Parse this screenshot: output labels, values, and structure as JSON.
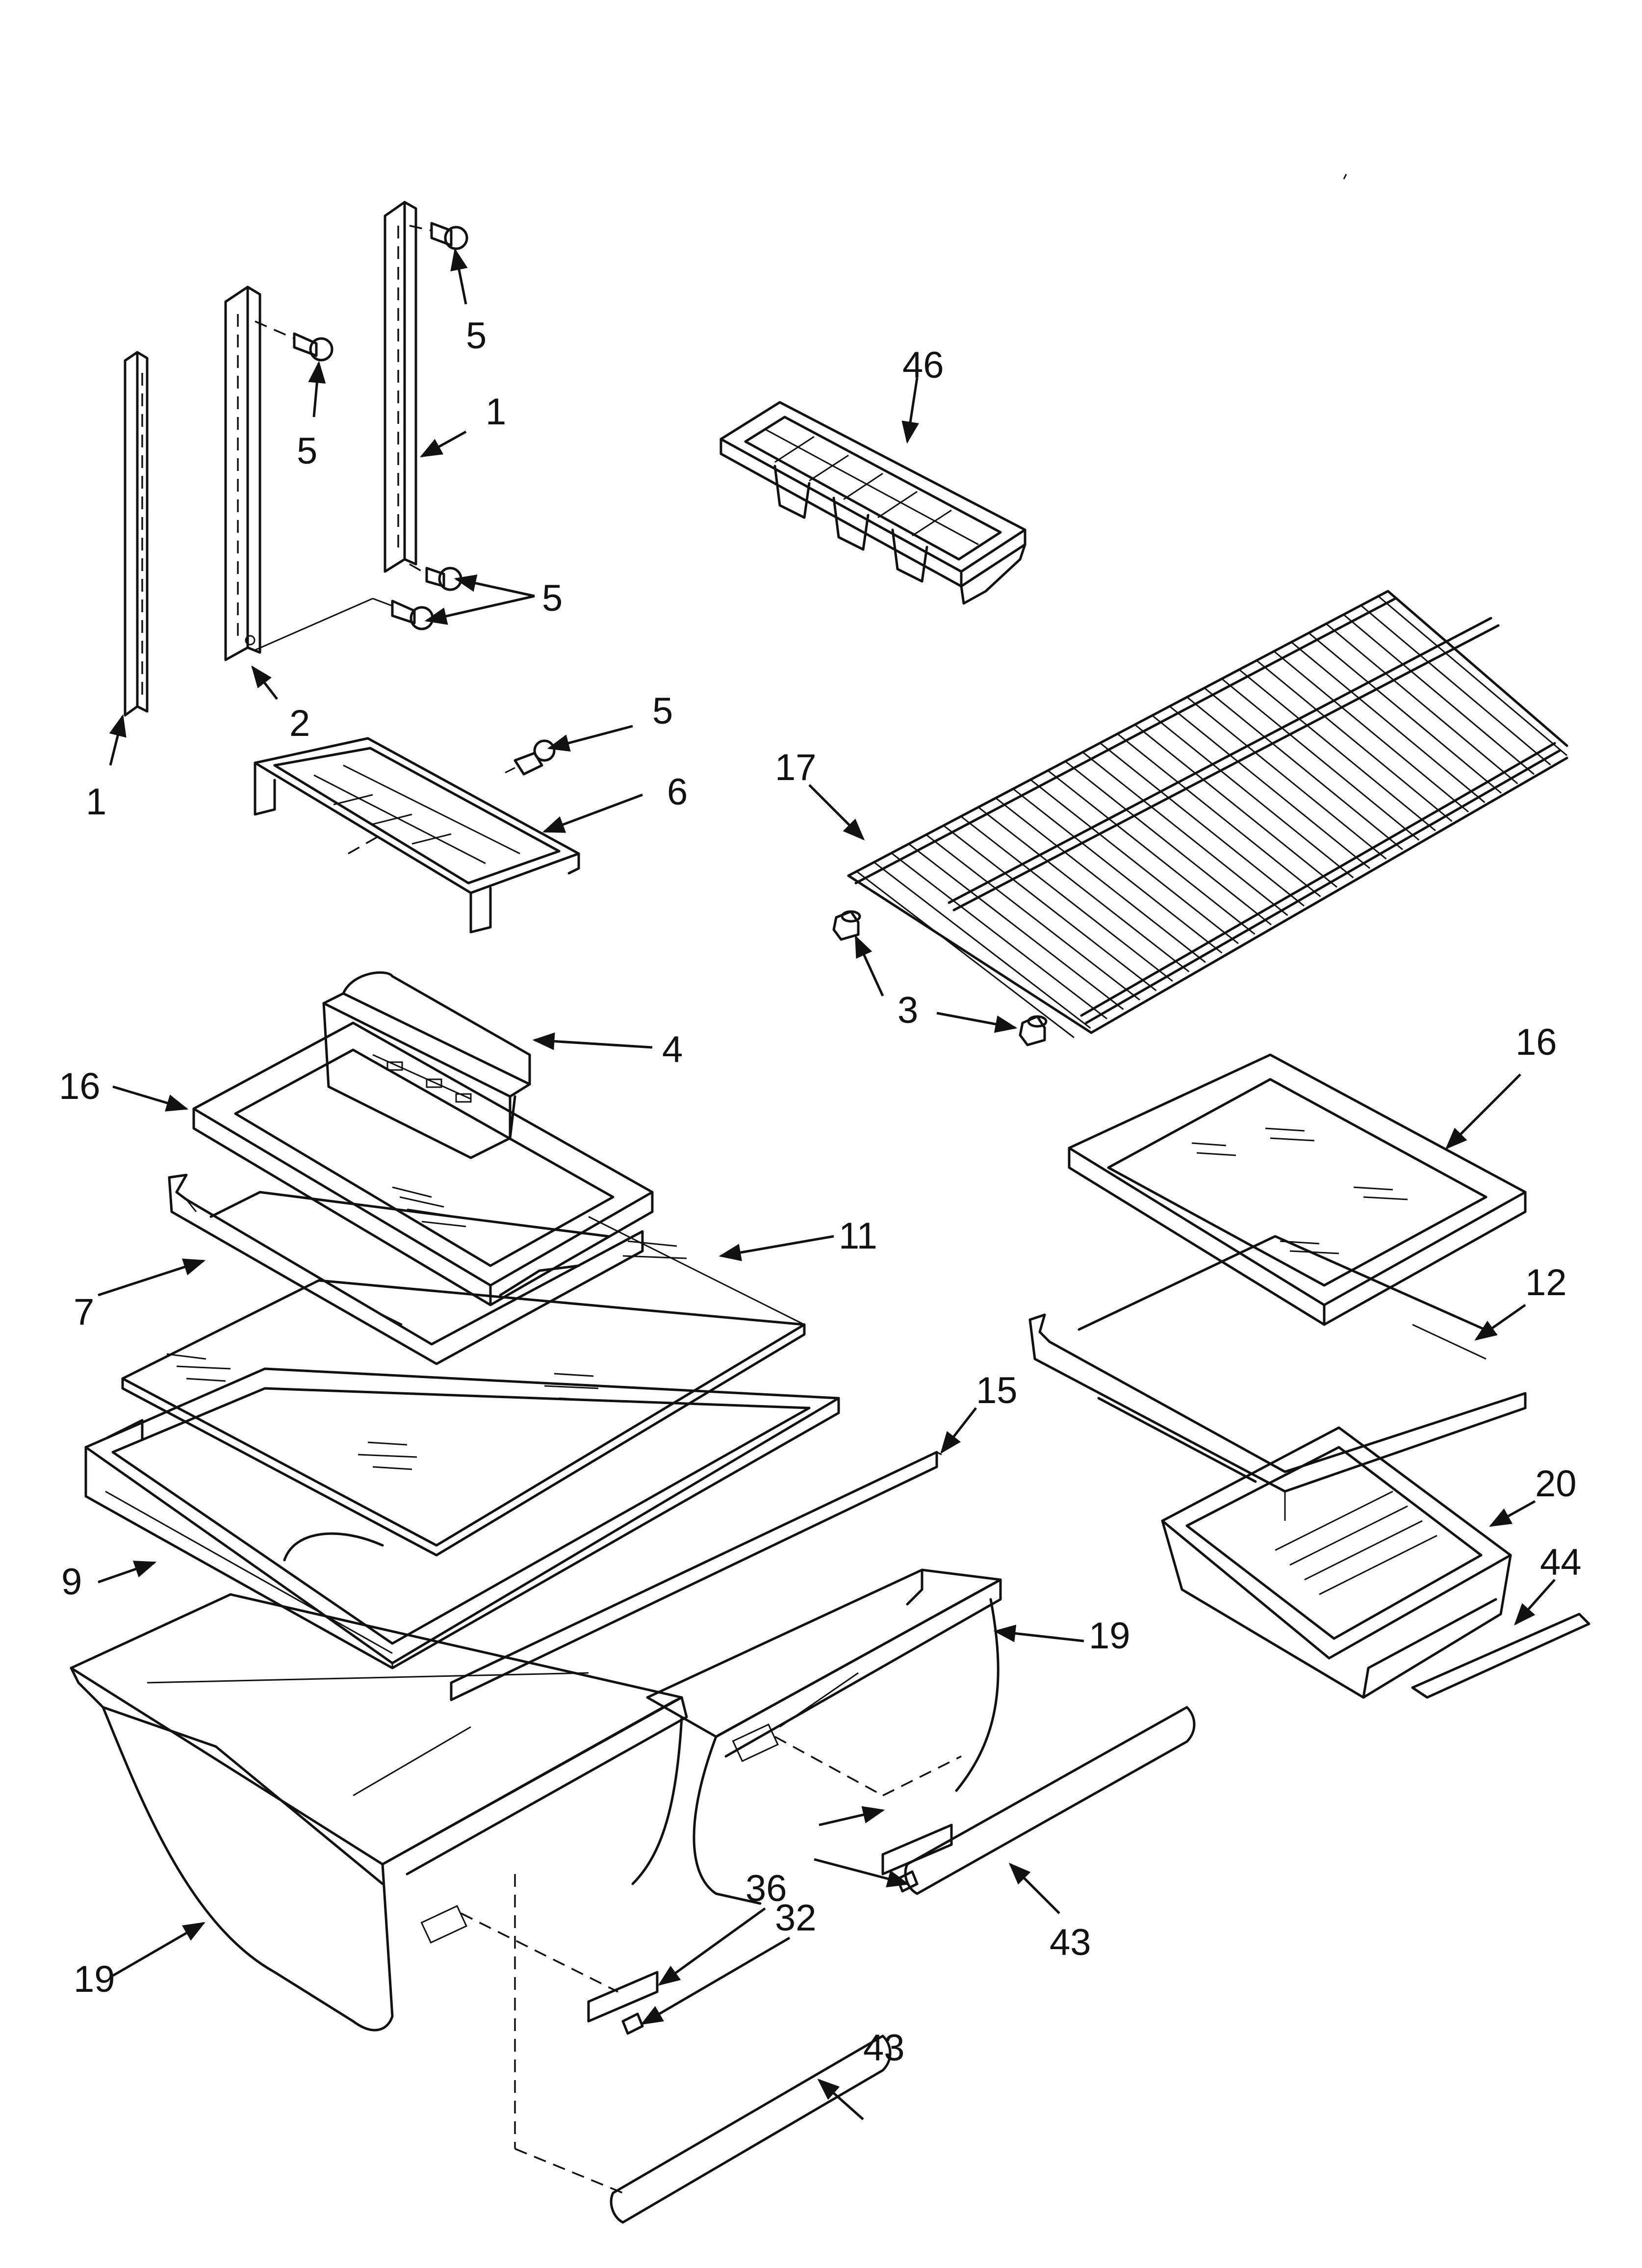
{
  "callouts": [
    {
      "id": "1a",
      "text": "1"
    },
    {
      "id": "1b",
      "text": "1"
    },
    {
      "id": "2",
      "text": "2"
    },
    {
      "id": "3",
      "text": "3"
    },
    {
      "id": "4",
      "text": "4"
    },
    {
      "id": "5a",
      "text": "5"
    },
    {
      "id": "5b",
      "text": "5"
    },
    {
      "id": "5c",
      "text": "5"
    },
    {
      "id": "5d",
      "text": "5"
    },
    {
      "id": "6",
      "text": "6"
    },
    {
      "id": "7",
      "text": "7"
    },
    {
      "id": "9",
      "text": "9"
    },
    {
      "id": "11",
      "text": "11"
    },
    {
      "id": "12",
      "text": "12"
    },
    {
      "id": "15",
      "text": "15"
    },
    {
      "id": "16a",
      "text": "16"
    },
    {
      "id": "16b",
      "text": "16"
    },
    {
      "id": "17",
      "text": "17"
    },
    {
      "id": "19a",
      "text": "19"
    },
    {
      "id": "19b",
      "text": "19"
    },
    {
      "id": "20",
      "text": "20"
    },
    {
      "id": "32",
      "text": "32"
    },
    {
      "id": "36",
      "text": "36"
    },
    {
      "id": "43a",
      "text": "43"
    },
    {
      "id": "43b",
      "text": "43"
    },
    {
      "id": "44",
      "text": "44"
    },
    {
      "id": "46",
      "text": "46"
    }
  ]
}
